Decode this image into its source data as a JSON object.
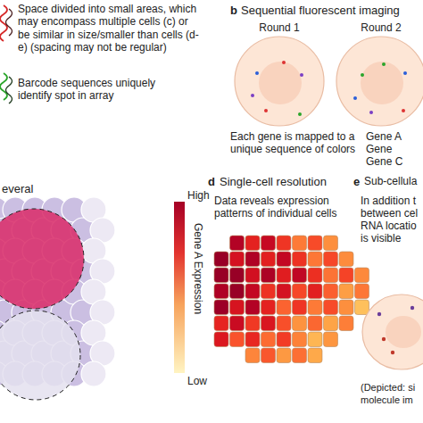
{
  "diagram": {
    "nodes": [
      {
        "text": [
          "Round 1"
        ]
      },
      {
        "text": [
          "Round 2"
        ]
      }
    ],
    "labels": [
      "Space divided into small areas, which may encompass multiple cells (c) or be similar in size/smaller than cells (d-e) (spacing may not be regular)",
      "Barcode sequences uniquely identify spot in array",
      "b",
      "Sequential fluorescent imaging",
      "Each gene is mapped to a unique sequence of colors",
      "Gene A",
      "Gene",
      "Gene C",
      "everal",
      "High",
      "Gene A Expression",
      "Low",
      "d",
      "Single-cell resolution",
      "Data reveals expression patterns of individual cells",
      "e",
      "Sub-cellula",
      "In addition t",
      "between cel",
      "RNA locatio",
      "is visible",
      "(Depicted: si",
      "molecule im"
    ]
  }
}
